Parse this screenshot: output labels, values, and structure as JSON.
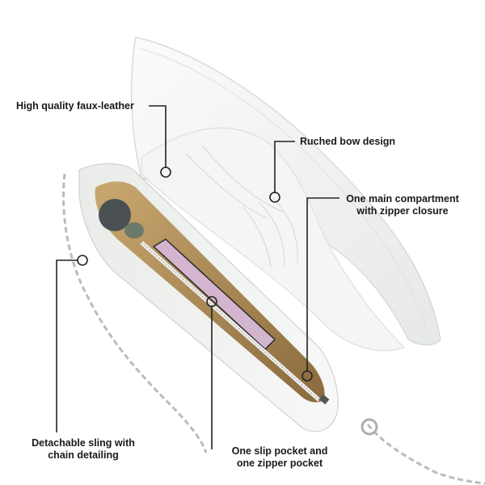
{
  "image": {
    "subject": "white faux-leather crossbody bag, open, with silver chain strap",
    "colors": {
      "background": "#ffffff",
      "bag": "#f1f3f1",
      "lining": "#b89560",
      "chain": "#b8bcc0",
      "callout_line": "#222222"
    }
  },
  "callouts": [
    {
      "lines": [
        "High quality faux-leather"
      ]
    },
    {
      "lines": [
        "Ruched bow design"
      ]
    },
    {
      "lines": [
        "One main compartment",
        "with zipper closure"
      ]
    },
    {
      "lines": [
        "Detachable sling with",
        "chain detailing"
      ]
    },
    {
      "lines": [
        "One slip pocket and",
        "one zipper pocket"
      ]
    }
  ]
}
